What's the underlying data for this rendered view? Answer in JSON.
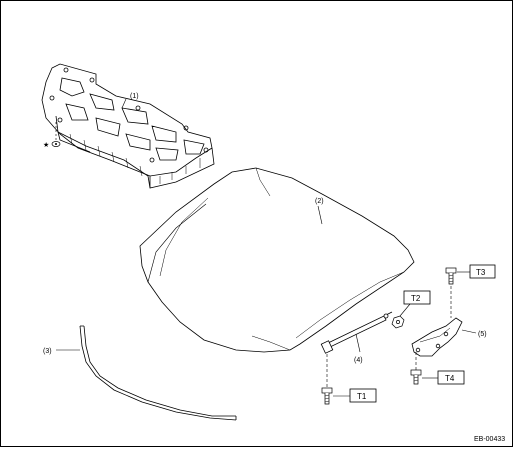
{
  "parts": {
    "p1": "(1)",
    "p2": "(2)",
    "p3": "(3)",
    "p4": "(4)",
    "p5": "(5)"
  },
  "torques": {
    "t1": "T1",
    "t2": "T2",
    "t3": "T3",
    "t4": "T4"
  },
  "marker": "★",
  "figure_code": "EB-00433"
}
